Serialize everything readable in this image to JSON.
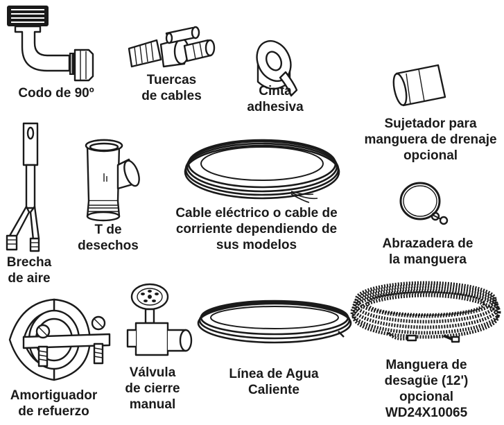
{
  "items": [
    {
      "key": "elbow",
      "icon": "elbow-90-fitting-icon",
      "lines": [
        "Codo de 90º"
      ]
    },
    {
      "key": "wire_nuts",
      "icon": "wire-nuts-icon",
      "lines": [
        "Tuercas",
        "de cables"
      ]
    },
    {
      "key": "tape",
      "icon": "tape-roll-icon",
      "lines": [
        "Cinta",
        "adhesiva"
      ]
    },
    {
      "key": "hose_fastener",
      "icon": "hose-fastener-icon",
      "lines": [
        "Sujetador para",
        "manguera de drenaje",
        "opcional"
      ]
    },
    {
      "key": "air_gap",
      "icon": "air-gap-icon",
      "lines": [
        "Brecha",
        "de aire"
      ]
    },
    {
      "key": "waste_tee",
      "icon": "waste-tee-icon",
      "lines": [
        "T de",
        "desechos"
      ]
    },
    {
      "key": "power_cord",
      "icon": "power-cord-icon",
      "lines": [
        "Cable eléctrico o cable de",
        "corriente dependiendo de",
        "sus modelos"
      ]
    },
    {
      "key": "hose_clamp",
      "icon": "hose-clamp-icon",
      "lines": [
        "Abrazadera de",
        "la manguera"
      ]
    },
    {
      "key": "strain_relief",
      "icon": "strain-relief-icon",
      "lines": [
        "Amortiguador",
        "de refuerzo"
      ]
    },
    {
      "key": "shutoff_valve",
      "icon": "shutoff-valve-icon",
      "lines": [
        "Válvula",
        "de cierre",
        "manual"
      ]
    },
    {
      "key": "hot_water_line",
      "icon": "hot-water-line-icon",
      "lines": [
        "Línea de Agua",
        "Caliente"
      ]
    },
    {
      "key": "drain_hose",
      "icon": "drain-hose-icon",
      "lines": [
        "Manguera de",
        "desagüe (12')",
        "opcional",
        "WD24X10065"
      ]
    }
  ]
}
